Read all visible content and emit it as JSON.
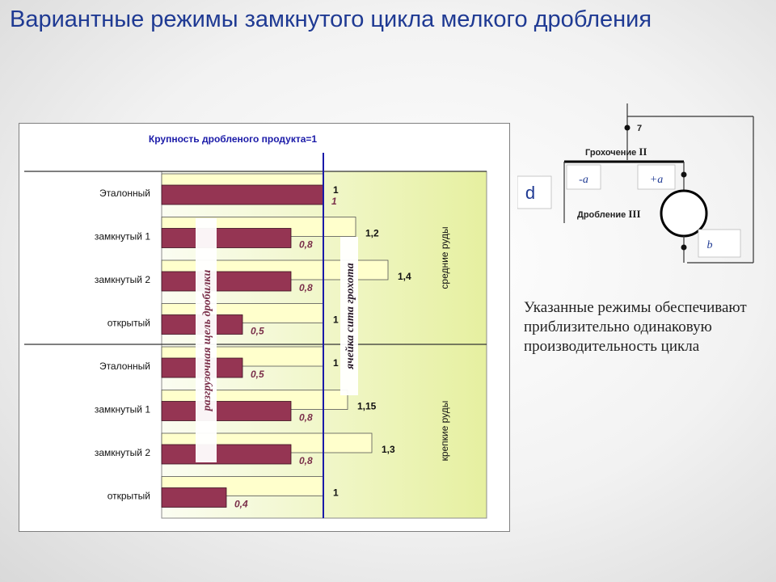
{
  "slide": {
    "title": "Вариантные режимы замкнутого цикла мелкого дробления",
    "note": "Указанные режимы обеспечивают приблизительно одинаковую производительность цикла"
  },
  "chart_data": {
    "type": "bar",
    "orientation": "horizontal",
    "title": "Крупность дробленого продукта=1",
    "categories": [
      "Эталонный",
      "замкнутый 1",
      "замкнутый 2",
      "открытый",
      "Эталонный",
      "замкнутый 1",
      "замкнутый 2",
      "открытый"
    ],
    "groups": [
      {
        "label": "средние руды",
        "categories": [
          0,
          1,
          2,
          3
        ]
      },
      {
        "label": "крепкие руды",
        "categories": [
          4,
          5,
          6,
          7
        ]
      }
    ],
    "series": [
      {
        "name": "разгрузочная щель дробилки",
        "color": "#953553",
        "values": [
          1,
          0.8,
          0.8,
          0.5,
          0.5,
          0.8,
          0.8,
          0.4
        ],
        "labels": [
          "1",
          "0,8",
          "0,8",
          "0,5",
          "0,5",
          "0,8",
          "0,8",
          "0,4"
        ]
      },
      {
        "name": "ячейка сита грохота",
        "color": "#ffffcc",
        "values": [
          1,
          1.2,
          1.4,
          1,
          1,
          1.15,
          1.3,
          1
        ],
        "labels": [
          "1",
          "1,2",
          "1,4",
          "1",
          "1",
          "1,15",
          "1,3",
          "1"
        ]
      }
    ],
    "reference_line": 1,
    "xlim": [
      0,
      2
    ],
    "legend": "rotated labels over bars",
    "grid": false,
    "colors": {
      "primary_bar": "#953553",
      "secondary_bar": "#ffffcc",
      "reference_line": "#1a1aa8",
      "title": "#1a1aa8",
      "label_primary": "#7a2f4a"
    }
  },
  "diagram": {
    "top_label": "7",
    "screen_label": "Грохочение",
    "screen_roman": "II",
    "minus_label": "-a",
    "plus_label": "+a",
    "crush_label": "Дробление",
    "crush_roman": "III",
    "out_label": "b",
    "feed_label": "d"
  }
}
